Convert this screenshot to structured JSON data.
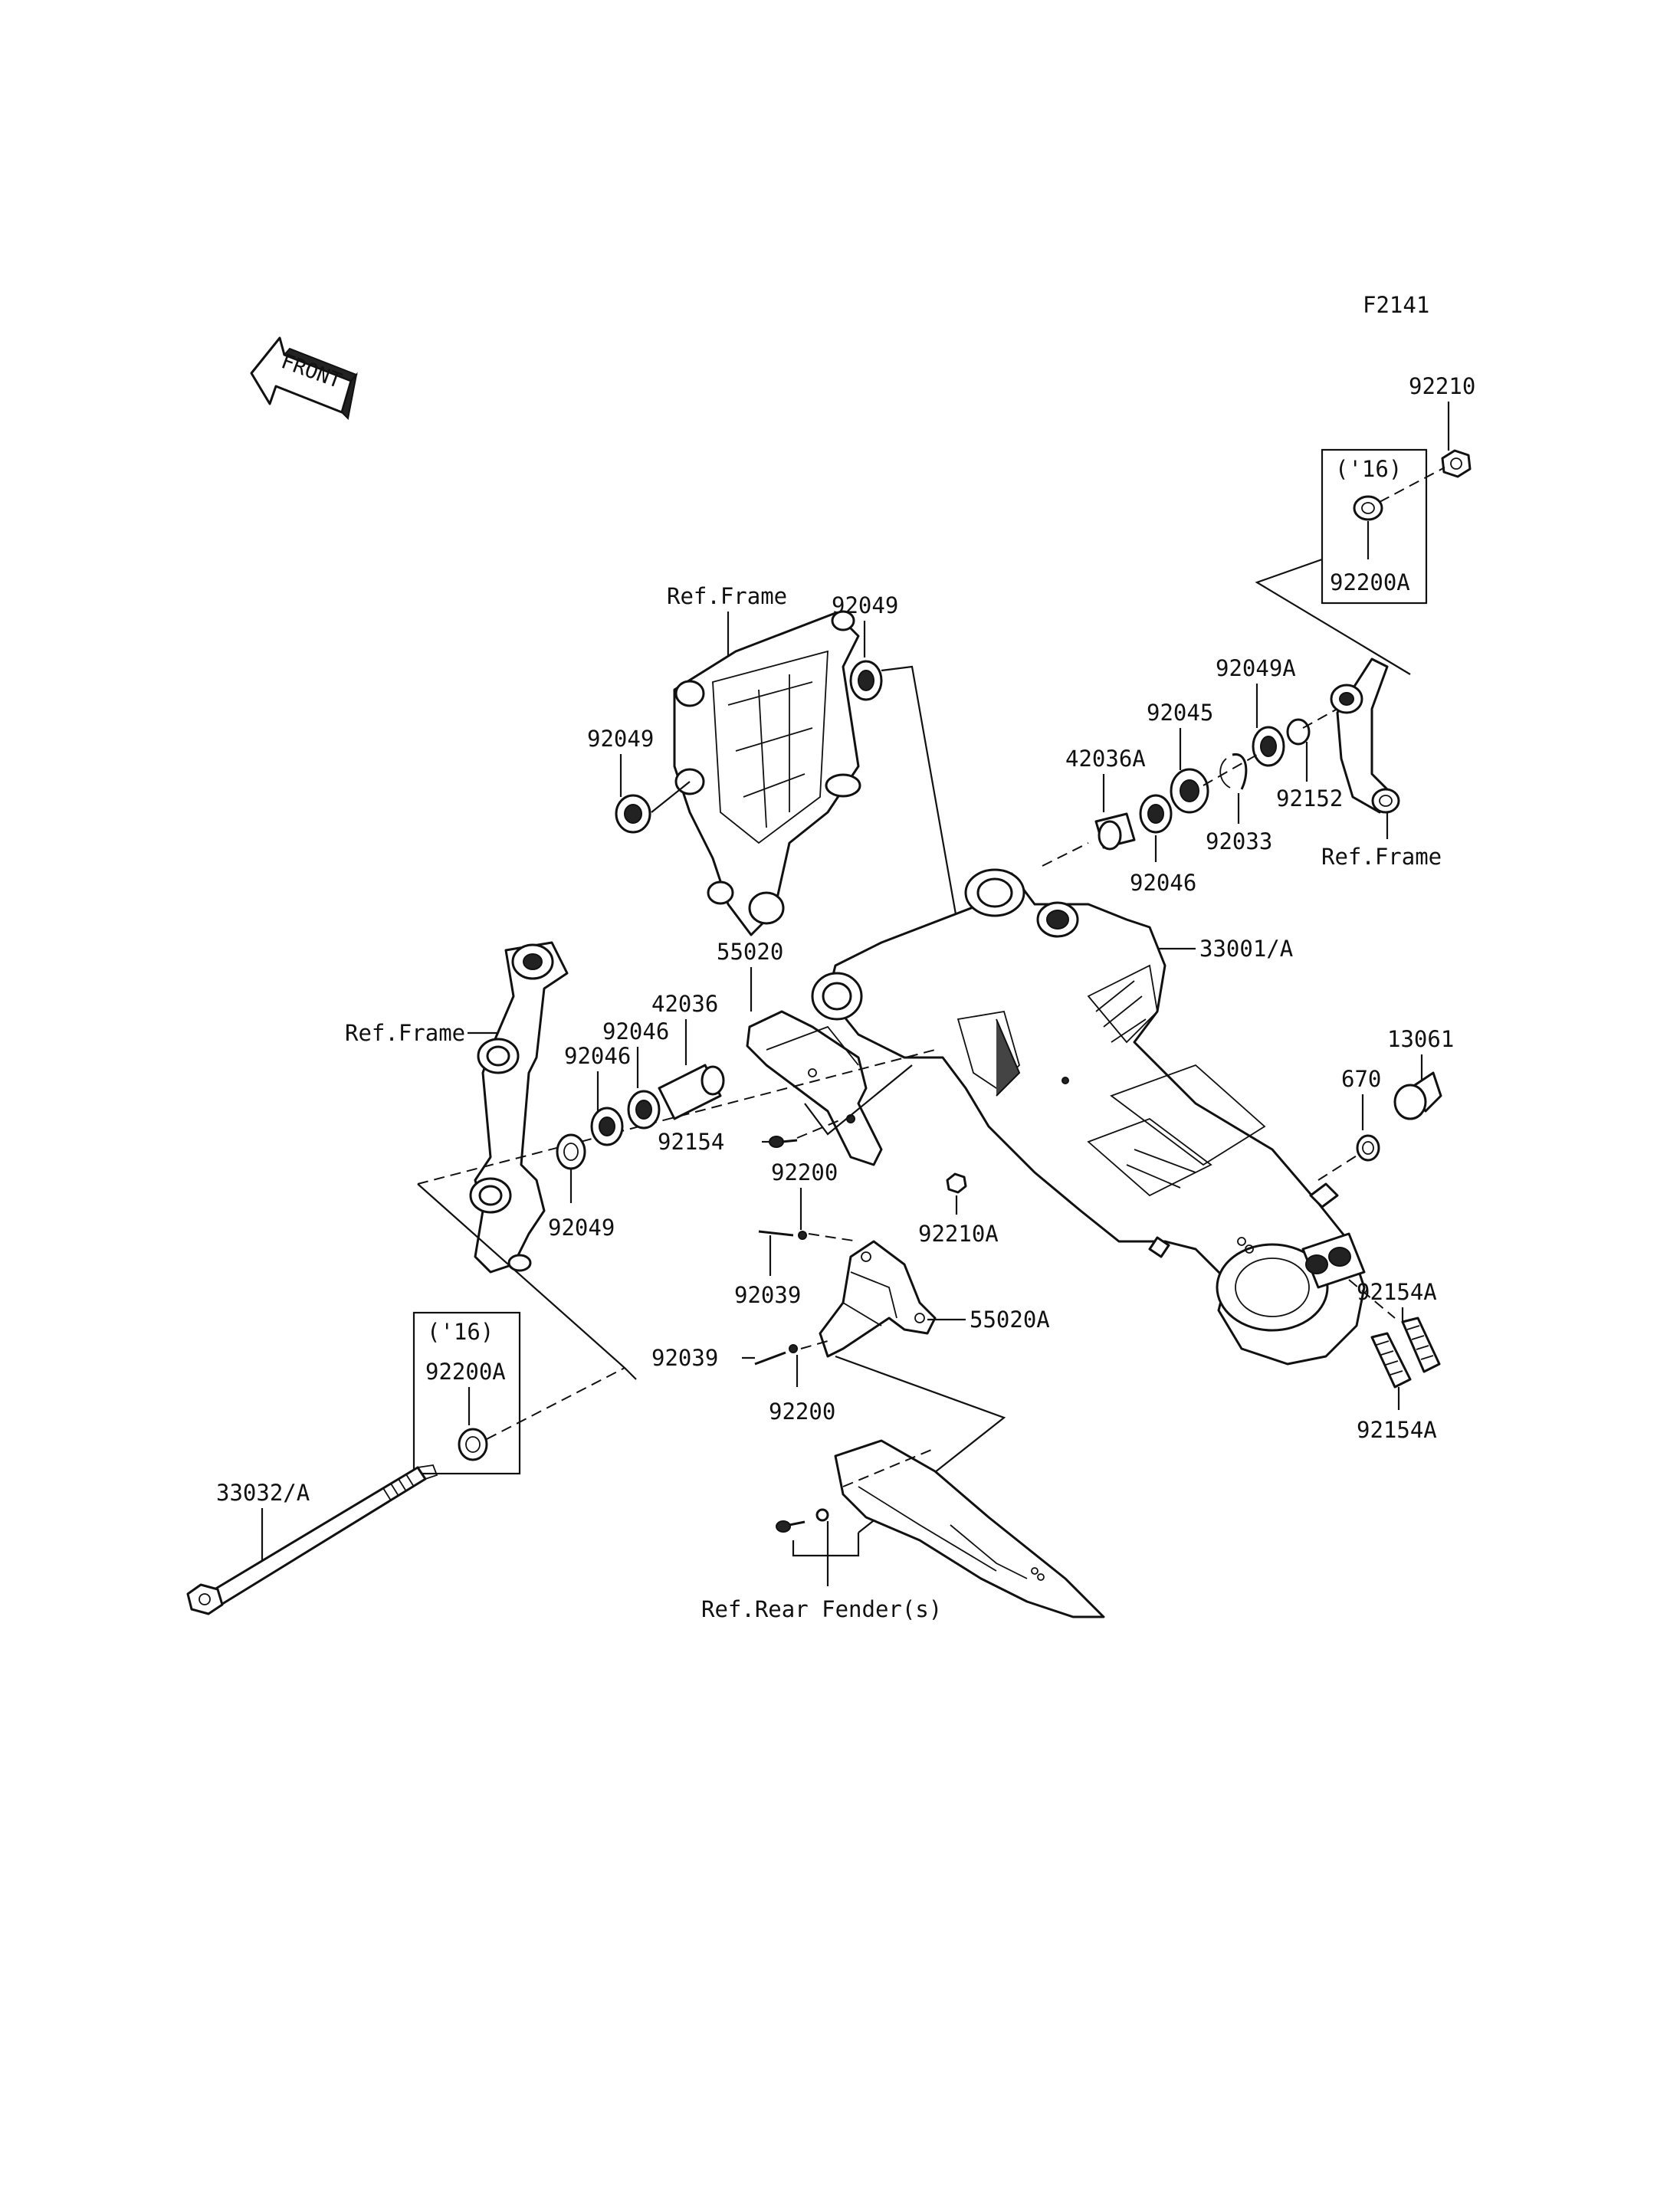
{
  "figure_code": "F2141",
  "front_label": "FRONT",
  "labels": {
    "p92210": "92210",
    "year16_top": "('16)",
    "p92200A_top": "92200A",
    "ref_frame_top": "Ref.Frame",
    "p92049_top": "92049",
    "p92049_left": "92049",
    "p92049A": "92049A",
    "p92045": "92045",
    "p42036A": "42036A",
    "p92152": "92152",
    "p92033": "92033",
    "p92046_right": "92046",
    "ref_frame_right": "Ref.Frame",
    "p55020": "55020",
    "p33001A": "33001/A",
    "p42036": "42036",
    "ref_frame_left": "Ref.Frame",
    "p92046_a": "92046",
    "p92046_b": "92046",
    "p13061": "13061",
    "p670": "670",
    "p92154": "92154",
    "p92200_a": "92200",
    "p92049_low": "92049",
    "p92210A": "92210A",
    "p92039_a": "92039",
    "p92154A_top": "92154A",
    "year16_bottom": "('16)",
    "p55020A": "55020A",
    "p92200A_bottom": "92200A",
    "p92039_b": "92039",
    "p92200_b": "92200",
    "p92154A_bottom": "92154A",
    "p33032A": "33032/A",
    "ref_rear_fender": "Ref.Rear Fender(s)"
  }
}
